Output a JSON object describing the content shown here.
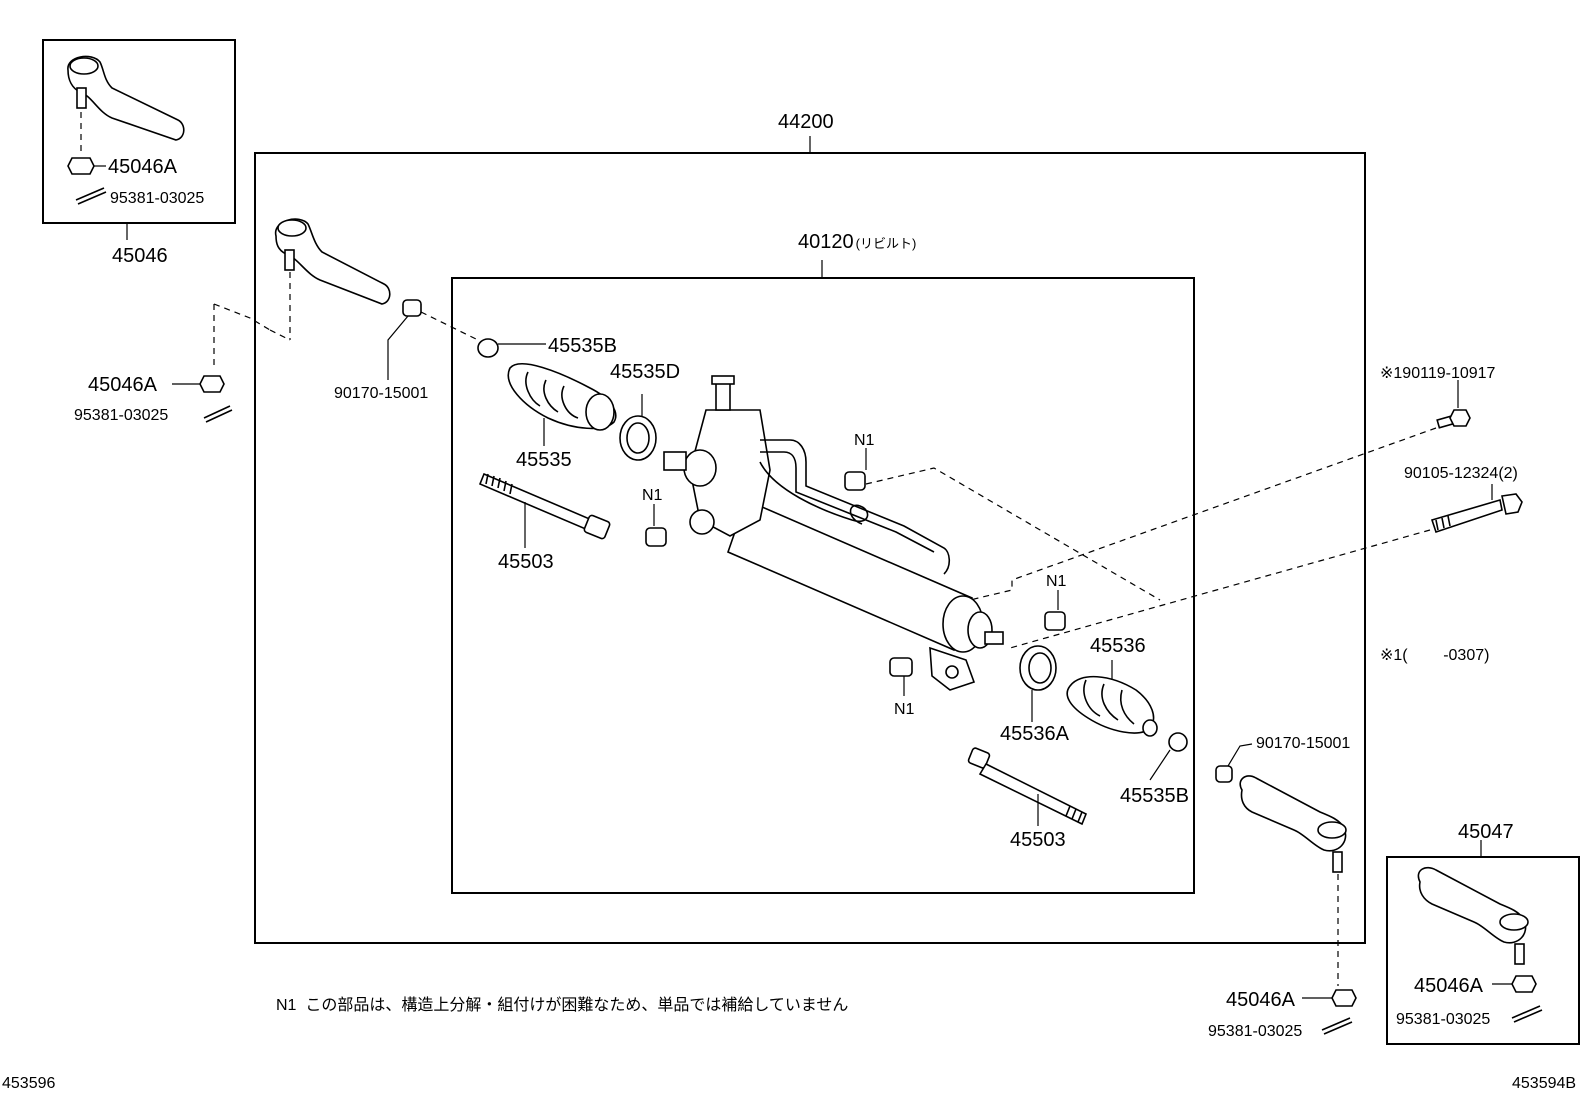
{
  "assembly": {
    "code": "44200"
  },
  "sub_assembly": {
    "code": "40120",
    "note": "(リビルト)"
  },
  "callouts": {
    "tl_nut": "45046A",
    "tl_pin": "95381-03025",
    "tl_box": "45046",
    "left_nut": "45046A",
    "left_pin": "95381-03025",
    "left_grommet": "90170-15001",
    "clamp_left": "45535B",
    "clamp_d": "45535D",
    "boot_left": "45535",
    "rod_left": "45503",
    "n1_a": "N1",
    "n1_b": "N1",
    "n1_c": "N1",
    "n1_d": "N1",
    "bolt_small": "※190119-10917",
    "bolt_long": "90105-12324(2)",
    "footnote_range": "※1(        -0307)",
    "boot_right": "45536",
    "clamp_right_a": "45536A",
    "clamp_right_b": "45535B",
    "right_grommet": "90170-15001",
    "rod_right": "45503",
    "br_nut": "45046A",
    "br_pin": "95381-03025",
    "br_box": "45047",
    "br_box_nut": "45046A",
    "br_box_pin": "95381-03025"
  },
  "note_n1": "N1  この部品は、構造上分解・組付けが困難なため、単品では補給していません",
  "ref_left": "453596",
  "ref_right": "453594B"
}
